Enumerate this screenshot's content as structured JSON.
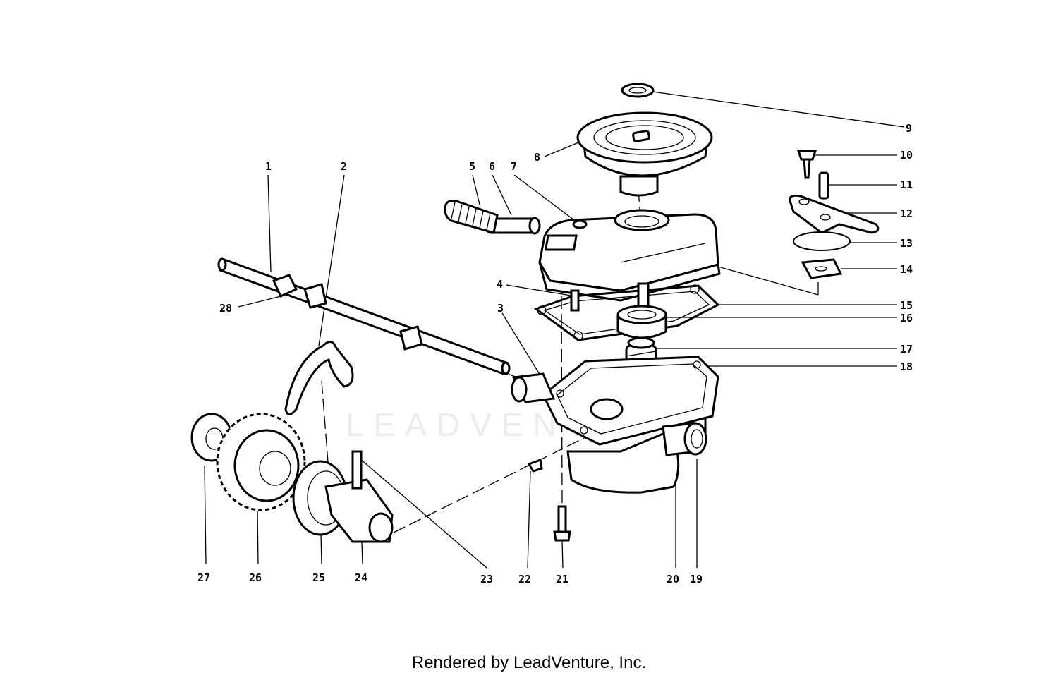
{
  "watermark": "LEADVENTURE",
  "footer": "Rendered by LeadVenture, Inc.",
  "labels": [
    {
      "id": "1",
      "text": "1"
    },
    {
      "id": "2",
      "text": "2"
    },
    {
      "id": "3",
      "text": "3"
    },
    {
      "id": "4",
      "text": "4"
    },
    {
      "id": "5",
      "text": "5"
    },
    {
      "id": "6",
      "text": "6"
    },
    {
      "id": "7",
      "text": "7"
    },
    {
      "id": "8",
      "text": "8"
    },
    {
      "id": "9",
      "text": "9"
    },
    {
      "id": "10",
      "text": "10"
    },
    {
      "id": "11",
      "text": "11"
    },
    {
      "id": "12",
      "text": "12"
    },
    {
      "id": "13",
      "text": "13"
    },
    {
      "id": "14",
      "text": "14"
    },
    {
      "id": "15",
      "text": "15"
    },
    {
      "id": "16",
      "text": "16"
    },
    {
      "id": "17",
      "text": "17"
    },
    {
      "id": "18",
      "text": "18"
    },
    {
      "id": "19",
      "text": "19"
    },
    {
      "id": "20",
      "text": "20"
    },
    {
      "id": "21",
      "text": "21"
    },
    {
      "id": "22",
      "text": "22"
    },
    {
      "id": "23",
      "text": "23"
    },
    {
      "id": "24",
      "text": "24"
    },
    {
      "id": "25",
      "text": "25"
    },
    {
      "id": "26",
      "text": "26"
    },
    {
      "id": "27",
      "text": "27"
    },
    {
      "id": "28",
      "text": "28"
    }
  ]
}
